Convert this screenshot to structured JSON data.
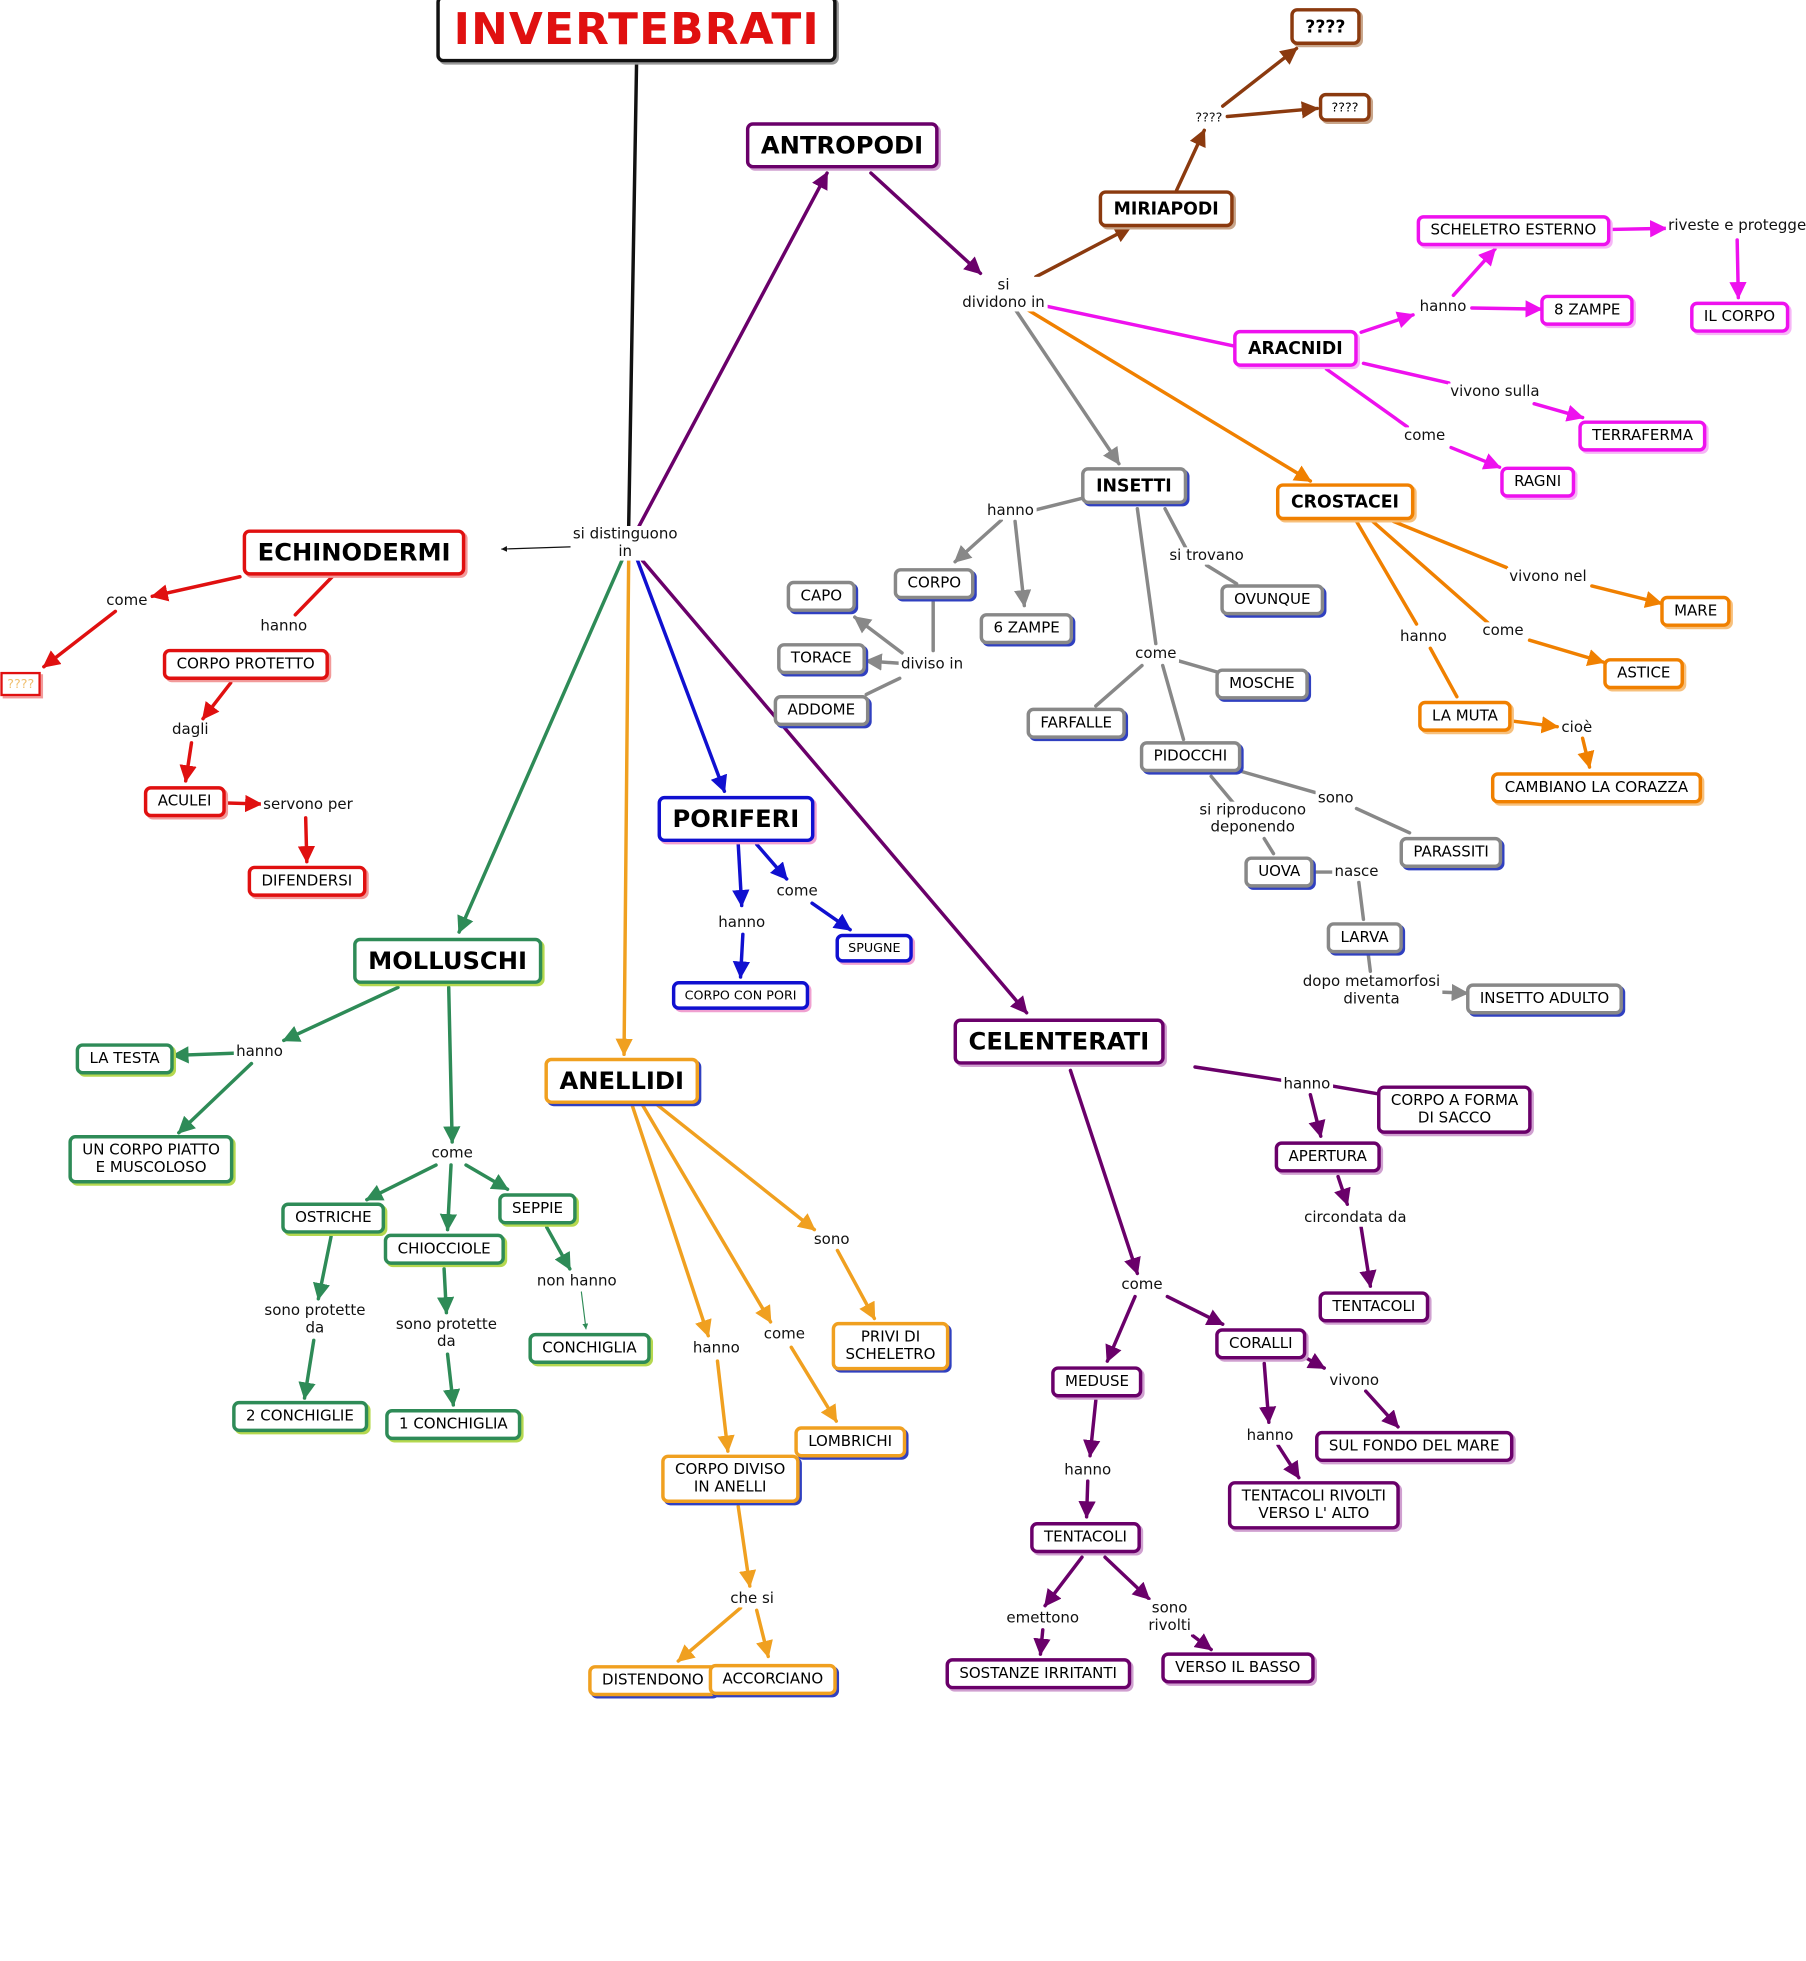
{
  "title": "INVERTEBRATI",
  "colors": {
    "red": "#e01010",
    "grey": "#888888",
    "purple": "#6a006a",
    "green": "#2e8b57",
    "orange": "#f08000",
    "amber": "#f0a020",
    "blue": "#1010d0",
    "magenta": "#ee11ee",
    "brown": "#8b3a0f",
    "black": "#111111"
  },
  "nodes": {
    "antropodi": "ANTROPODI",
    "miriapodi": "MIRIAPODI",
    "miriapodi_q1": "????",
    "miriapodi_q2": "????",
    "scheletro_esterno": "SCHELETRO ESTERNO",
    "il_corpo": "IL CORPO",
    "otto_zampe": "8 ZAMPE",
    "aracnidi": "ARACNIDI",
    "terraferma": "TERRAFERMA",
    "ragni": "RAGNI",
    "insetti": "INSETTI",
    "crostacei": "CROSTACEI",
    "corpo": "CORPO",
    "capo": "CAPO",
    "torace": "TORACE",
    "addome": "ADDOME",
    "sei_zampe": "6 ZAMPE",
    "ovunque": "OVUNQUE",
    "mosche": "MOSCHE",
    "farfalle": "FARFALLE",
    "pidocchi": "PIDOCCHI",
    "parassiti": "PARASSITI",
    "uova": "UOVA",
    "larva": "LARVA",
    "insetto_adulto": "INSETTO ADULTO",
    "mare": "MARE",
    "astice": "ASTICE",
    "la_muta": "LA MUTA",
    "cambiano": "CAMBIANO LA CORAZZA",
    "echinodermi": "ECHINODERMI",
    "echino_qq": "????",
    "corpo_protetto": "CORPO PROTETTO",
    "aculei": "ACULEI",
    "difendersi": "DIFENDERSI",
    "poriferi": "PORIFERI",
    "spugne": "SPUGNE",
    "corpo_con_pori": "CORPO CON PORI",
    "molluschi": "MOLLUSCHI",
    "la_testa": "LA TESTA",
    "corpo_piatto": "UN CORPO PIATTO\nE MUSCOLOSO",
    "ostriche": "OSTRICHE",
    "chiocciole": "CHIOCCIOLE",
    "seppie": "SEPPIE",
    "conchiglia": "CONCHIGLIA",
    "due_conchiglie": "2 CONCHIGLIE",
    "una_conchiglia": "1 CONCHIGLIA",
    "anellidi": "ANELLIDI",
    "privi_scheletro": "PRIVI DI\nSCHELETRO",
    "lombrichi": "LOMBRICHI",
    "corpo_anelli": "CORPO DIVISO\nIN ANELLI",
    "distendono": "DISTENDONO",
    "accorciano": "ACCORCIANO",
    "celenterati": "CELENTERATI",
    "corpo_sacco": "CORPO A FORMA\nDI SACCO",
    "apertura": "APERTURA",
    "tentacoli_cel": "TENTACOLI",
    "meduse": "MEDUSE",
    "coralli": "CORALLI",
    "fondo_mare": "SUL FONDO DEL MARE",
    "tentacoli_alto": "TENTACOLI RIVOLTI\nVERSO L' ALTO",
    "tentacoli_med": "TENTACOLI",
    "sostanze": "SOSTANZE IRRITANTI",
    "verso_basso": "VERSO IL BASSO"
  },
  "links": {
    "si_distinguono": "si distinguono\nin",
    "si_dividono": "si\ndividono in",
    "miriapodi_qq": "????",
    "riveste": "riveste e protegge",
    "aracnidi_hanno": "hanno",
    "vivono_sulla": "vivono sulla",
    "aracnidi_come": "come",
    "insetti_hanno": "hanno",
    "diviso_in": "diviso in",
    "si_trovano": "si trovano",
    "insetti_come": "come",
    "sono_parassiti": "sono",
    "si_riproducono": "si riproducono\ndeponendo",
    "nasce": "nasce",
    "dopo_metamorfosi": "dopo metamorfosi\ndiventa",
    "vivono_nel": "vivono nel",
    "crost_come": "come",
    "crost_hanno": "hanno",
    "cioe": "cioè",
    "echino_come": "come",
    "echino_hanno": "hanno",
    "dagli": "dagli",
    "servono_per": "servono per",
    "pori_come": "come",
    "pori_hanno": "hanno",
    "moll_hanno": "hanno",
    "moll_come": "come",
    "non_hanno": "non hanno",
    "protette_2": "sono protette\nda",
    "protette_1": "sono protette\nda",
    "anell_sono": "sono",
    "anell_come": "come",
    "anell_hanno": "hanno",
    "che_si": "che si",
    "cel_hanno": "hanno",
    "circondata_da": "circondata da",
    "cel_come": "come",
    "vivono_cor": "vivono",
    "coralli_hanno": "hanno",
    "meduse_hanno": "hanno",
    "emettono": "emettono",
    "sono_rivolti": "sono\nrivolti"
  }
}
